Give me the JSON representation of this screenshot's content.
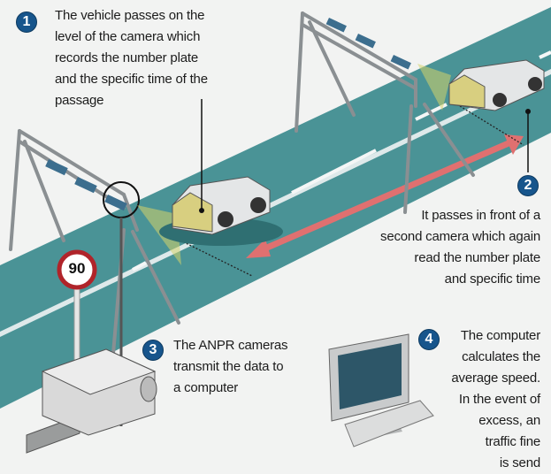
{
  "steps": [
    {
      "number": "1",
      "text": "The vehicle passes on the\nlevel of the camera which\nrecords the number plate\nand the specific time of the\npassage"
    },
    {
      "number": "2",
      "text": "It passes in front of a\nsecond camera which again\nread the number plate\nand specific time"
    },
    {
      "number": "3",
      "text": "The ANPR cameras\ntransmit the data to\na computer"
    },
    {
      "number": "4",
      "text": "The computer\ncalculates the\naverage speed.\nIn the event of\nexcess, an\ntraffic fine\nis send"
    }
  ],
  "speed_sign": "90",
  "colors": {
    "road": "#4a9396",
    "badge": "#17558c",
    "arrow": "#e07070"
  }
}
